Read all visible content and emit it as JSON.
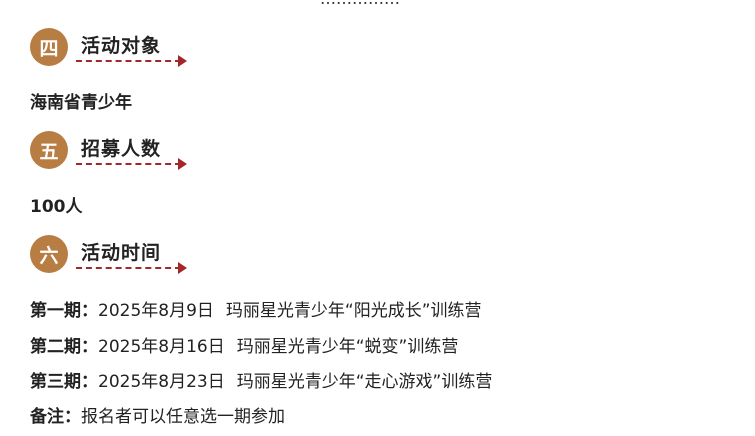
{
  "top_text": "……………",
  "sections": [
    {
      "badge": "四",
      "title": "活动对象",
      "content": "海南省青少年"
    },
    {
      "badge": "五",
      "title": "招募人数",
      "content": "100人"
    },
    {
      "badge": "六",
      "title": "活动时间"
    }
  ],
  "schedule": [
    {
      "label": "第一期：",
      "date": "2025年8月9日",
      "event": "玛丽星光青少年“阳光成长”训练营"
    },
    {
      "label": "第二期：",
      "date": "2025年8月16日",
      "event": "玛丽星光青少年“蜕变”训练营"
    },
    {
      "label": "第三期：",
      "date": "2025年8月23日",
      "event": "玛丽星光青少年“走心游戏”训练营"
    }
  ],
  "note": {
    "label": "备注：",
    "text": "报名者可以任意选一期参加"
  },
  "colors": {
    "badge": "#b87d43",
    "arrow": "#a3262a"
  }
}
